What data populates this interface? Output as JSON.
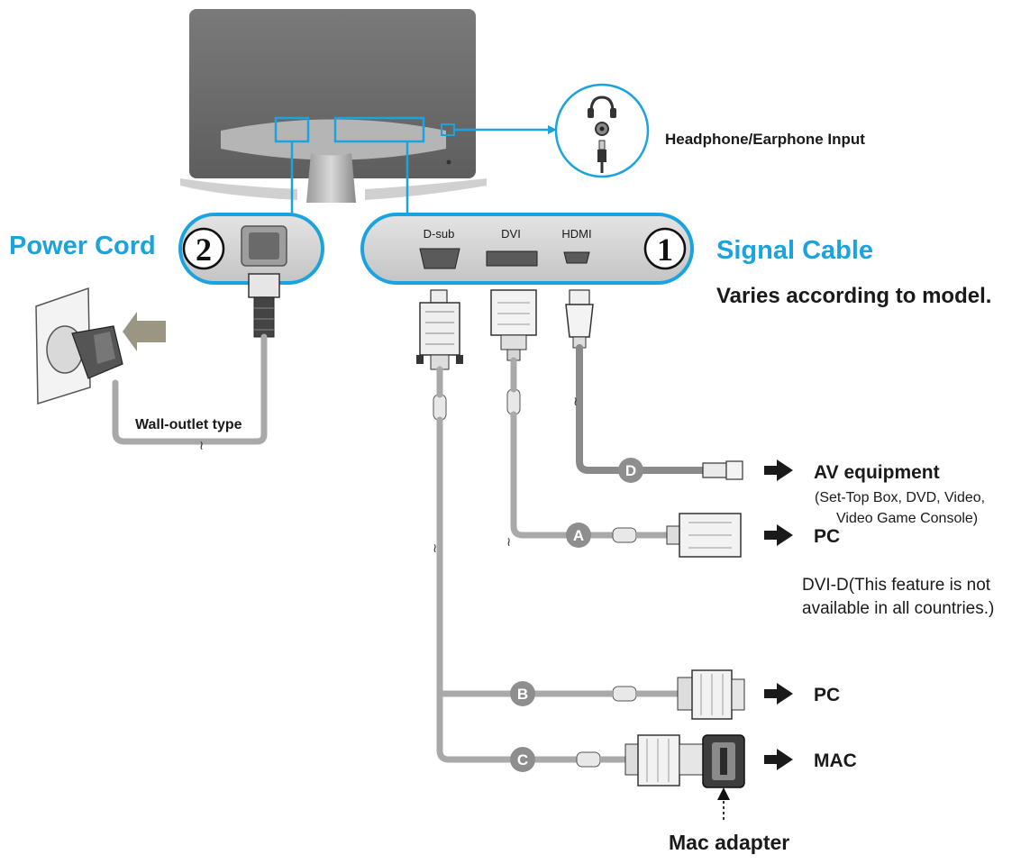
{
  "labels": {
    "headphone": "Headphone/Earphone Input",
    "power_cord": "Power Cord",
    "power_num": "2",
    "signal_cable": "Signal Cable",
    "signal_num": "1",
    "varies": "Varies according to model.",
    "wall_outlet": "Wall-outlet type",
    "mac_adapter": "Mac adapter"
  },
  "ports": {
    "dsub": "D-sub",
    "dvi": "DVI",
    "hdmi": "HDMI"
  },
  "connections": [
    {
      "badge": "D",
      "target": "AV equipment",
      "note_line1": "(Set-Top Box, DVD, Video,",
      "note_line2": "Video Game Console)"
    },
    {
      "badge": "A",
      "target": "PC",
      "note_line1": "DVI-D(This feature is not",
      "note_line2": "available in all countries.)"
    },
    {
      "badge": "B",
      "target": "PC"
    },
    {
      "badge": "C",
      "target": "MAC"
    }
  ],
  "colors": {
    "accent": "#1ba3de",
    "monitor": "#6f6f6f",
    "cable": "#a9a9a9",
    "panel": "#d6d6d6"
  }
}
